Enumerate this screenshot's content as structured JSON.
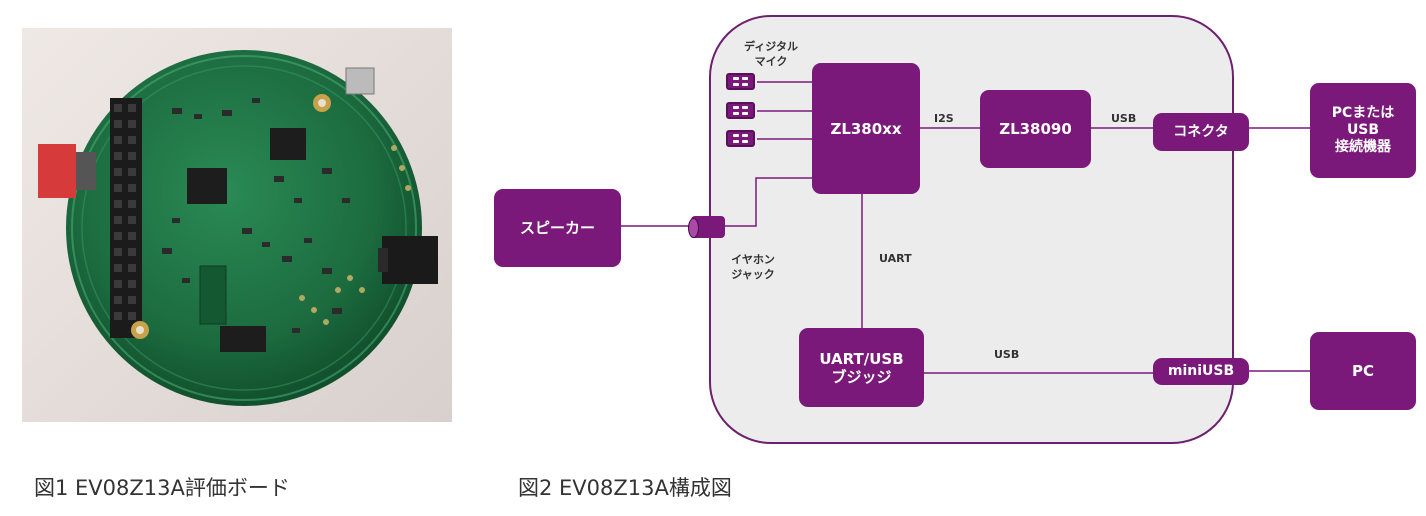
{
  "captions": {
    "figure1": "図1 EV08Z13A評価ボード",
    "figure2": "図2 EV08Z13A構成図"
  },
  "diagram": {
    "blocks": {
      "zl380xx": "ZL380xx",
      "zl38090": "ZL38090",
      "connector": "コネクタ",
      "pc_or_usb_line1": "PCまたは",
      "pc_or_usb_line2": "USB",
      "pc_or_usb_line3": "接続機器",
      "speaker": "スピーカー",
      "uart_usb_bridge_line1": "UART/USB",
      "uart_usb_bridge_line2": "ブジッジ",
      "miniusb": "miniUSB",
      "pc": "PC"
    },
    "labels": {
      "digital_mic_line1": "ディジタル",
      "digital_mic_line2": "マイク",
      "earphone_jack_line1": "イヤホン",
      "earphone_jack_line2": "ジャック",
      "i2s": "I2S",
      "usb_top": "USB",
      "uart": "UART",
      "usb_bottom": "USB"
    },
    "colors": {
      "block": "#7a197a",
      "frame_border": "#6e1f6e",
      "frame_fill": "#ececec",
      "wire": "#7a197a"
    }
  },
  "photo": {
    "board_color": "#1c6b3f",
    "connector_color": "#d63a3a"
  }
}
